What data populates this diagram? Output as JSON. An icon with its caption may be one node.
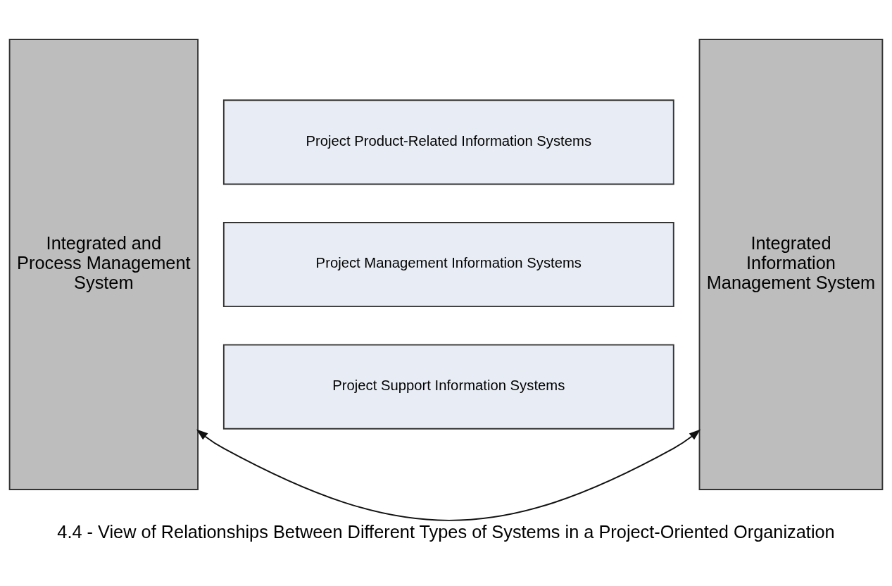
{
  "diagram": {
    "caption": "4.4 - View of Relationships Between Different Types of Systems in a Project-Oriented Organization",
    "nodes": [
      {
        "text": [
          "Integrated and Process Management System"
        ]
      },
      {
        "text": [
          "Project Product-Related Information Systems"
        ]
      },
      {
        "text": [
          "Project Management Information Systems"
        ]
      },
      {
        "text": [
          "Project Support Information Systems"
        ]
      },
      {
        "text": [
          "Integrated Information Management System"
        ]
      }
    ],
    "edges": [
      {
        "from": 0,
        "to": 4,
        "arrow": "both"
      }
    ]
  }
}
